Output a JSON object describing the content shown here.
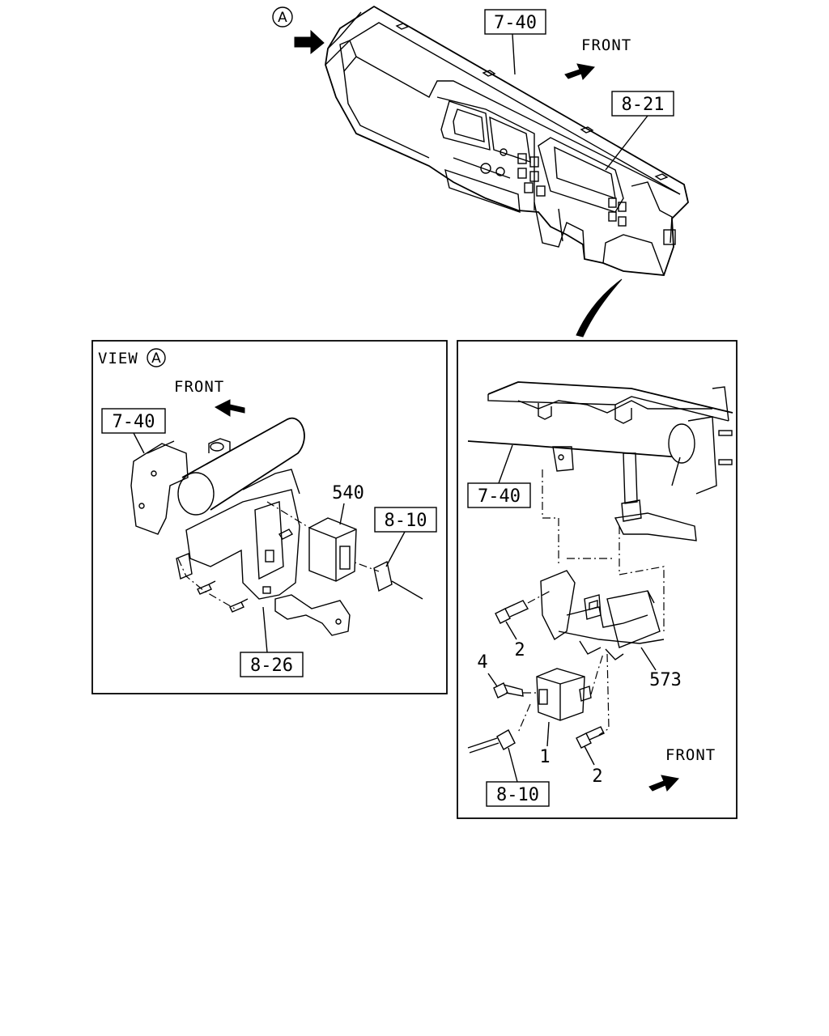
{
  "overview": {
    "view_marker": "A",
    "front_label": "FRONT",
    "ref_dashboard": "7-40",
    "ref_cluster": "8-21"
  },
  "left_panel": {
    "view_prefix": "VIEW",
    "view_marker": "A",
    "front_label": "FRONT",
    "ref_dashboard": "7-40",
    "ref_harness": "8-10",
    "ref_bracket": "8-26",
    "part_unit": "540"
  },
  "right_panel": {
    "front_label": "FRONT",
    "ref_dashboard": "7-40",
    "ref_harness": "8-10",
    "part_unit": "1",
    "part_bolt_a": "2",
    "part_bolt_b": "2",
    "part_screw": "4",
    "part_bracket": "573"
  }
}
